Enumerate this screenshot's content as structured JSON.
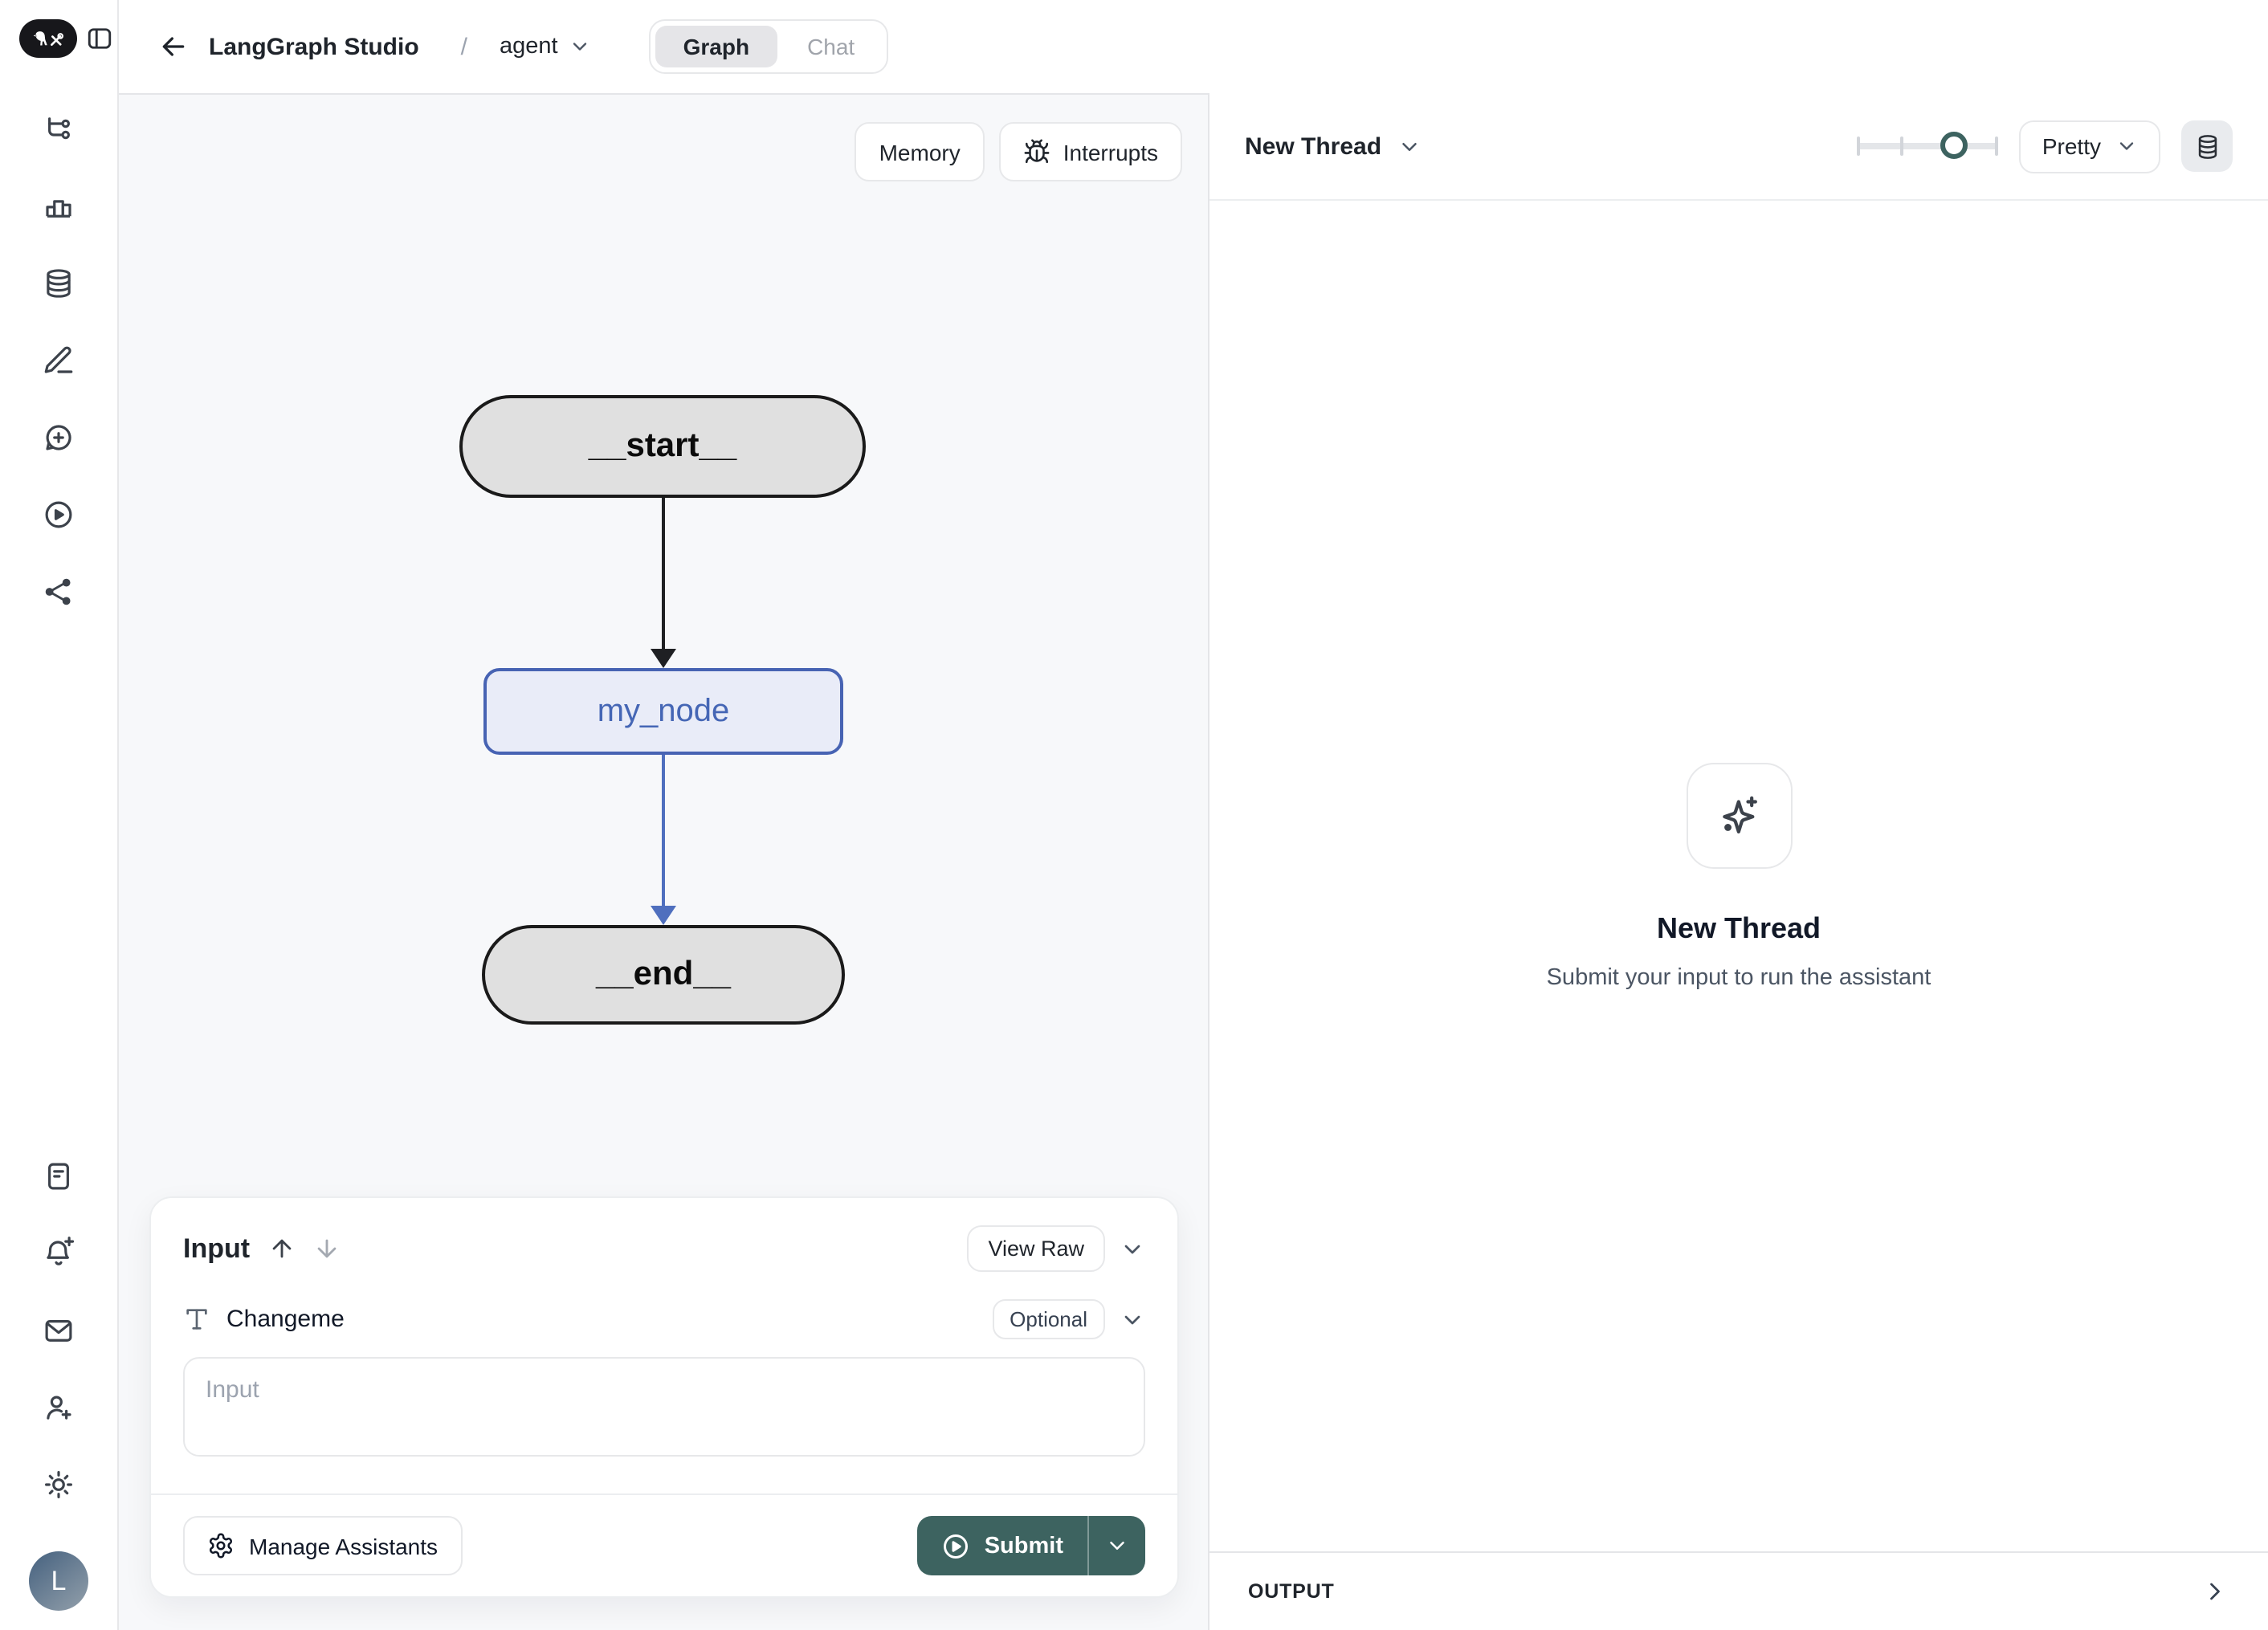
{
  "header": {
    "app_title": "LangGraph Studio",
    "breadcrumb_separator": "/",
    "graph_name": "agent",
    "tabs": [
      {
        "label": "Graph",
        "active": true
      },
      {
        "label": "Chat",
        "active": false
      }
    ]
  },
  "sidebar": {
    "top_icons": [
      "graph",
      "bar-chart",
      "database",
      "edit",
      "new-chat",
      "play-circle",
      "share"
    ],
    "bottom_icons": [
      "document",
      "bell-plus",
      "mail",
      "user-plus",
      "sun"
    ],
    "avatar_initial": "L"
  },
  "canvas": {
    "toolbar": {
      "memory_label": "Memory",
      "interrupts_label": "Interrupts"
    },
    "graph": {
      "nodes": [
        {
          "id": "start",
          "label": "__start__",
          "type": "terminal"
        },
        {
          "id": "my_node",
          "label": "my_node",
          "type": "task"
        },
        {
          "id": "end",
          "label": "__end__",
          "type": "terminal"
        }
      ],
      "edges": [
        {
          "from": "__start__",
          "to": "my_node",
          "color": "#1f2023"
        },
        {
          "from": "my_node",
          "to": "__end__",
          "color": "#4f6fbe"
        }
      ]
    },
    "input_panel": {
      "title": "Input",
      "view_raw_label": "View Raw",
      "field": {
        "name": "Changeme",
        "badge": "Optional",
        "placeholder": "Input",
        "value": ""
      },
      "manage_assistants_label": "Manage Assistants",
      "submit_label": "Submit"
    }
  },
  "thread_panel": {
    "header_title": "New Thread",
    "zoom_slider_value": 0.68,
    "render_mode": "Pretty",
    "empty_state": {
      "title": "New Thread",
      "subtitle": "Submit your input to run the assistant"
    },
    "output_label": "OUTPUT"
  },
  "colors": {
    "accent_teal": "#3d6360",
    "node_gray_fill": "#e0e0e0",
    "node_blue_fill": "#e9ecf8",
    "node_blue_border": "#4763b3",
    "node_blue_text": "#4566b5",
    "canvas_bg": "#f7f8fa",
    "border": "#e7e8ea"
  }
}
